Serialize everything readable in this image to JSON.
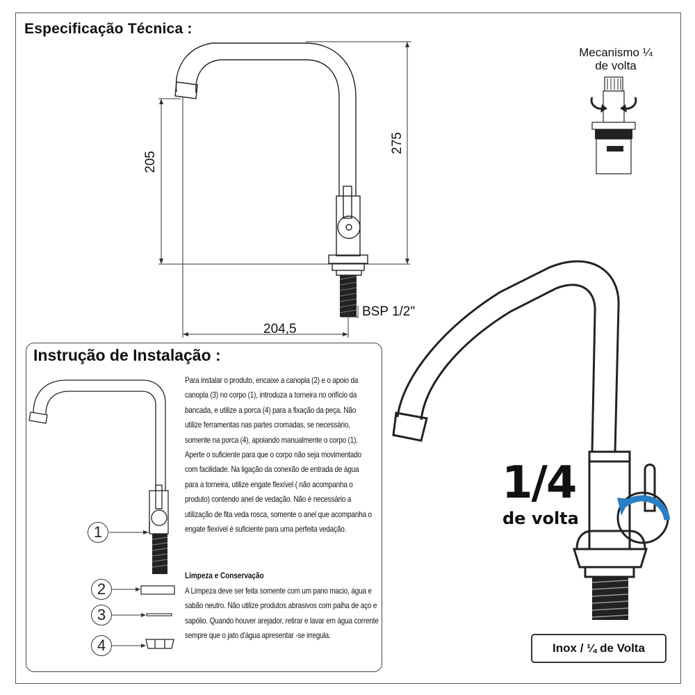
{
  "spec": {
    "title": "Especificação Técnica :",
    "mechanism_label": "Mecanismo ¼ de volta",
    "dimensions": {
      "height_spout": "205",
      "height_total": "275",
      "reach": "204,5",
      "thread": "BSP 1/2\""
    }
  },
  "install": {
    "title": "Instrução de Instalação :",
    "text": "Para instalar o produto, encaixe a canopla (2) e o apoio da canopla (3) no corpo (1), introduza a torneira no orifício da bancada, e utilize a porca (4) para a fixação da peça. Não utilize ferramentas nas partes cromadas, se necessário, somente na porca (4), apoiando manualmente o corpo (1). Aperte o suficiente para que o corpo não seja movimentado com facilidade. Na ligação da conexão de entrada de água para a torneira, utilize engate flexível ( não acompanha o produto) contendo anel de vedação. Não é necessário a utilização de fita veda rosca, somente o anel que acompanha o engate flexível é suficiente para uma perfeita vedação.",
    "parts": [
      "1",
      "2",
      "3",
      "4"
    ]
  },
  "cleaning": {
    "title": "Limpeza e Conservação",
    "text": "A Limpeza deve ser feita somente com um pano macio, água e sabão neutro. Não utilize produtos abrasivos com palha de aço e sapólio. Quando houver arejador, retirar e lavar em água corrente sempre que o jato d'água apresentar -se irregula."
  },
  "feature": {
    "fraction": "1/4",
    "subtitle": "de volta",
    "badge": "Inox / ¼ de Volta"
  },
  "colors": {
    "line": "#222222",
    "arrow": "#2a7fc4",
    "thread": "#1a1a1a"
  }
}
